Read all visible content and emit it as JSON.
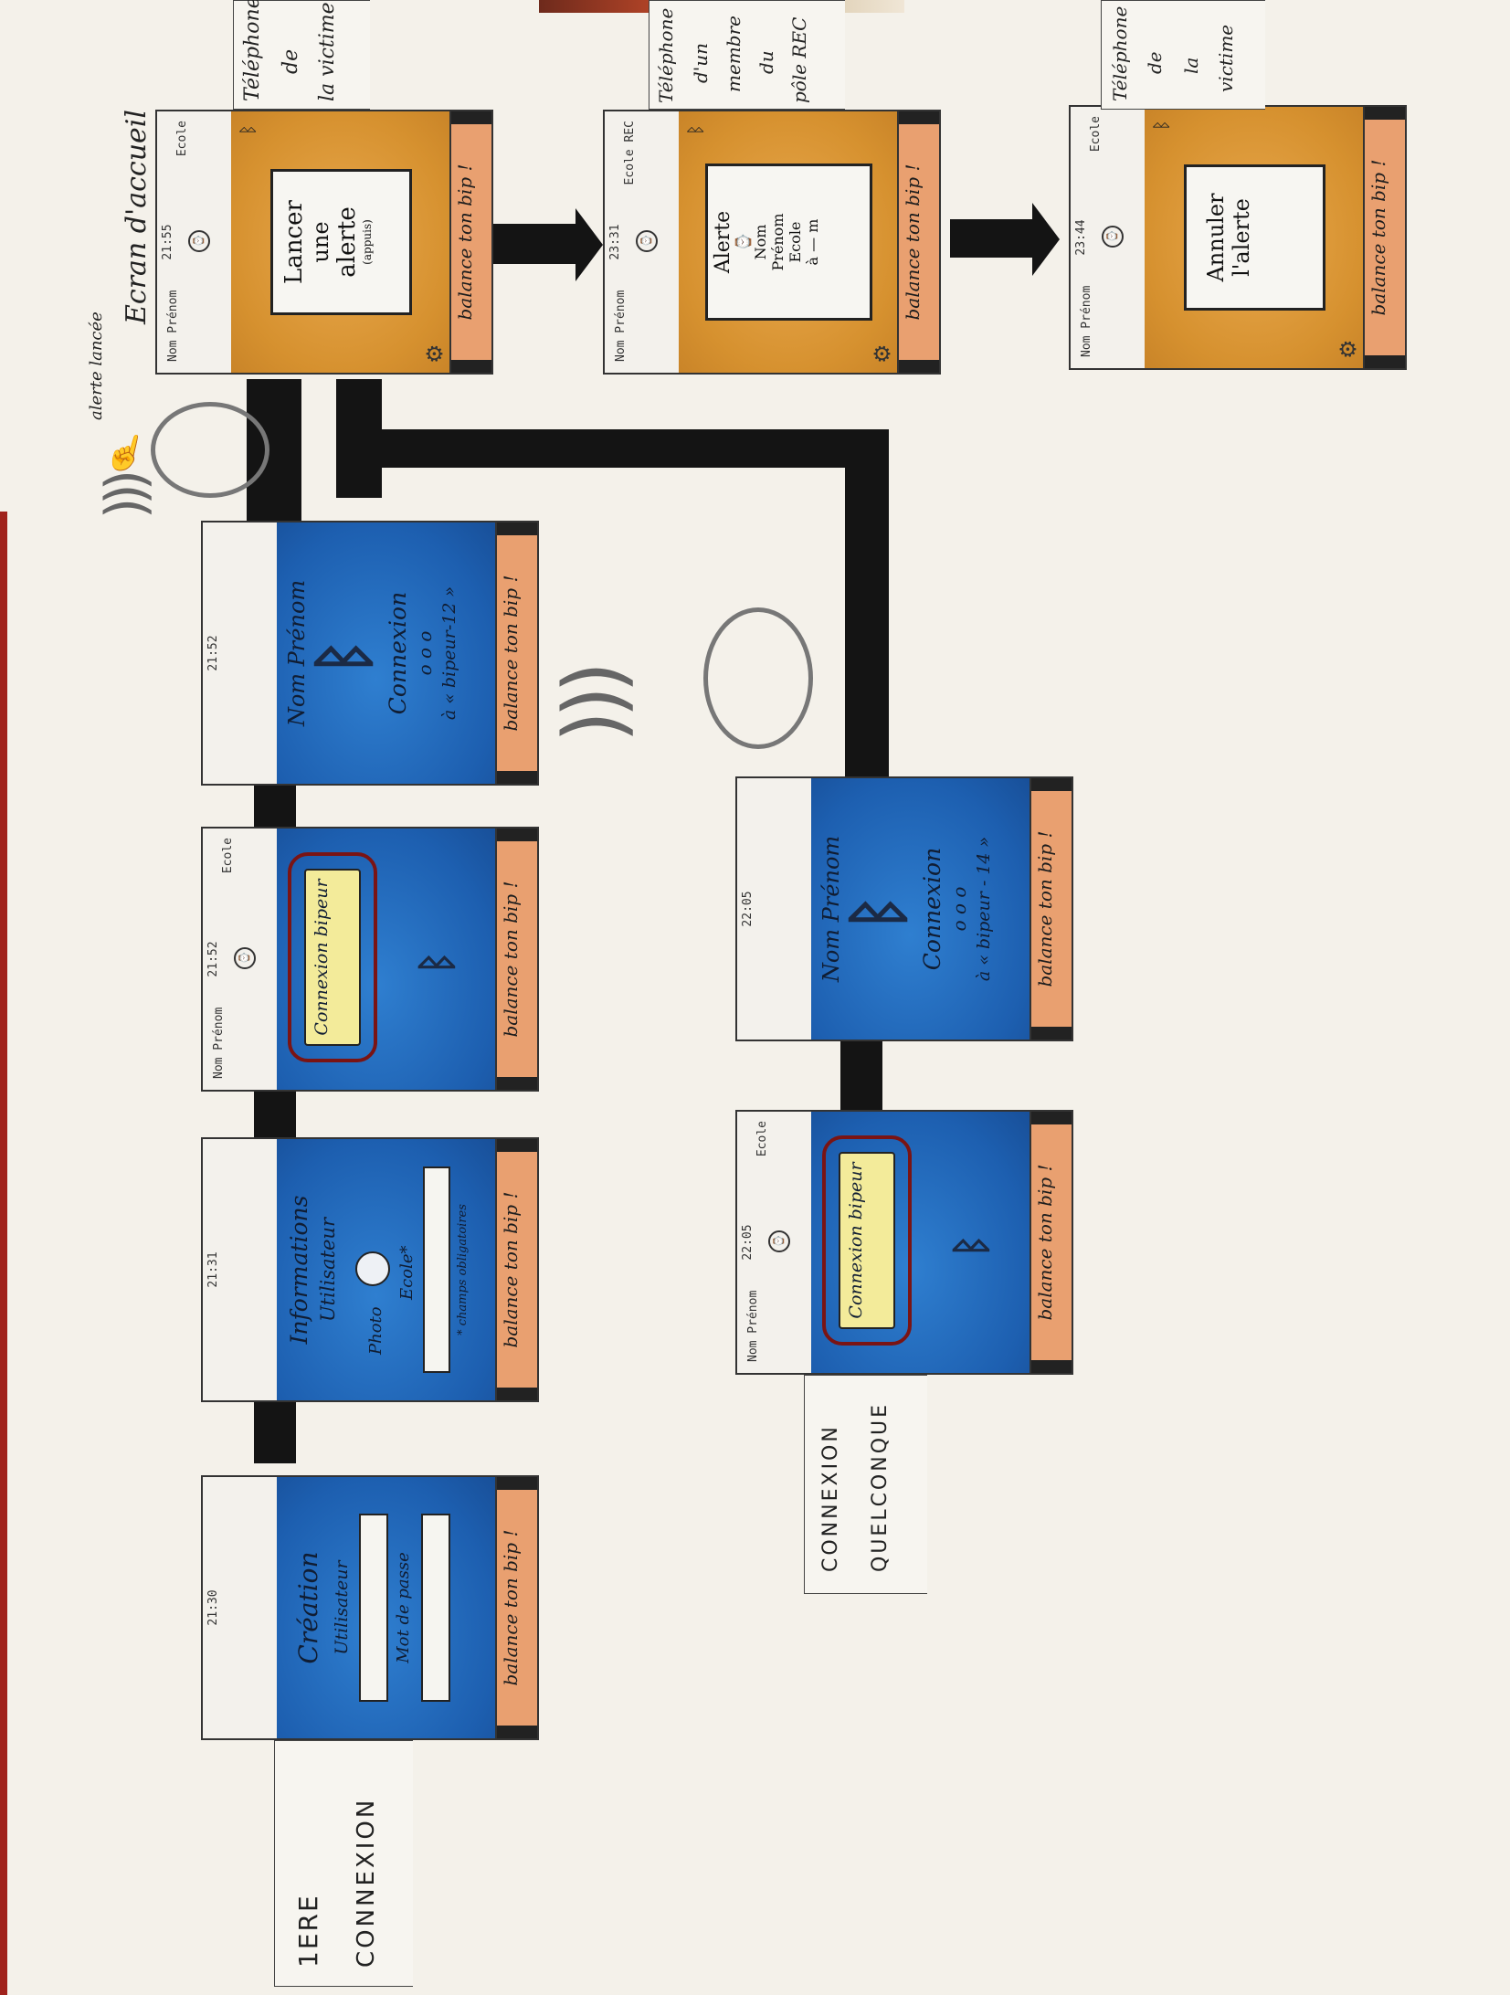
{
  "labels": {
    "first_connection": "1ERE CONNEXION",
    "first_connection_line1": "1ERE",
    "first_connection_line2": "CONNEXION",
    "any_connection_line1": "CONNEXION",
    "any_connection_line2": "QUELCONQUE",
    "home_screen": "Ecran d'accueil",
    "alert_launched": "alerte lancée",
    "victim_phone_1": [
      "Téléphone",
      "de",
      "la victime"
    ],
    "rec_member_phone": [
      "Téléphone",
      "d'un",
      "membre",
      "du",
      "pôle REC"
    ],
    "victim_phone_2": [
      "Téléphone",
      "de",
      "la",
      "victime"
    ]
  },
  "screens": {
    "creation": {
      "time": "21:30",
      "title": "Création",
      "field_user": "Utilisateur",
      "field_password": "Mot de passe",
      "footer": "balance ton bip !"
    },
    "infos": {
      "time": "21:31",
      "title": "Informations",
      "subtitle": "Utilisateur",
      "photo_label": "Photo",
      "school_label": "Ecole*",
      "note": "* champs obligatoires",
      "footer": "balance ton bip !"
    },
    "pair1": {
      "name": "Nom Prénom",
      "time": "21:52",
      "school": "Ecole",
      "button": "Connexion bipeur",
      "footer": "balance ton bip !"
    },
    "connect1": {
      "time": "21:52",
      "name": "Nom Prénom",
      "status": "Connexion",
      "dots": "o o o",
      "target": "à « bipeur-12 »",
      "footer": "balance ton bip !"
    },
    "home": {
      "name": "Nom Prénom",
      "time": "21:55",
      "school": "Ecole",
      "button_line1": "Lancer",
      "button_line2": "une",
      "button_line3": "alerte",
      "button_sub": "(appuis)",
      "footer": "balance ton bip !"
    },
    "rec": {
      "name": "Nom Prénom",
      "time": "23:31",
      "school": "Ecole REC",
      "card_line1": "Alerte",
      "card_line2": "Nom",
      "card_line3": "Prénom",
      "card_line4": "Ecole",
      "card_line5": "à — m",
      "footer": "balance ton bip !"
    },
    "cancel": {
      "name": "Nom Prénom",
      "time": "23:44",
      "school": "Ecole",
      "button_line1": "Annuler",
      "button_line2": "l'alerte",
      "footer": "balance ton bip !"
    },
    "connect2": {
      "time": "22:05",
      "name": "Nom Prénom",
      "status": "Connexion",
      "dots": "o o o",
      "target": "à « bipeur - 14 »",
      "footer": "balance ton bip !"
    },
    "pair2": {
      "name": "Nom Prénom",
      "time": "22:05",
      "school": "Ecole",
      "button": "Connexion bipeur",
      "footer": "balance ton bip !"
    }
  },
  "icons": {
    "bluetooth": "bluetooth-icon",
    "gear": "gear-icon",
    "clock": "clock-icon",
    "camera": "camera-icon",
    "signal": "signal-icon",
    "hand": "hand-pointer-icon",
    "bipeur": "bipeur-device-icon"
  },
  "colors": {
    "screen_blue": "#1d5fb0",
    "screen_orange": "#d6912f",
    "footer_orange": "#e9a070",
    "button_yellow": "#f3eb9a",
    "circle_red": "#7a1414"
  }
}
